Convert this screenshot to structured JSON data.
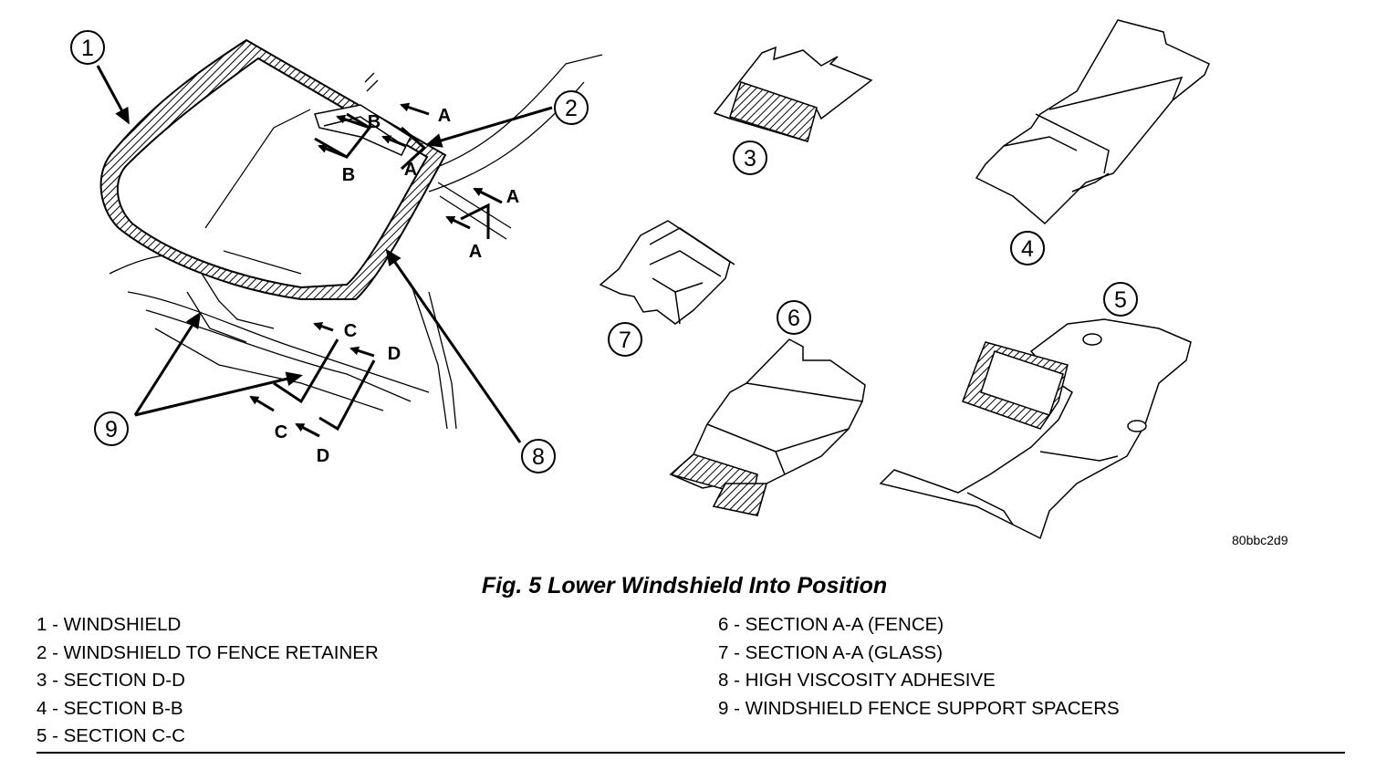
{
  "figure": {
    "title": "Fig. 5 Lower Windshield Into Position",
    "code": "80bbc2d9"
  },
  "callouts": [
    {
      "num": "1"
    },
    {
      "num": "2"
    },
    {
      "num": "3"
    },
    {
      "num": "4"
    },
    {
      "num": "5"
    },
    {
      "num": "6"
    },
    {
      "num": "7"
    },
    {
      "num": "8"
    },
    {
      "num": "9"
    }
  ],
  "section_letters": {
    "a": "A",
    "b": "B",
    "c": "C",
    "d": "D"
  },
  "legend": {
    "left": [
      "1 - WINDSHIELD",
      "2 - WINDSHIELD TO FENCE RETAINER",
      "3 - SECTION D-D",
      "4 - SECTION B-B",
      "5 - SECTION C-C"
    ],
    "right": [
      "6 - SECTION A-A (FENCE)",
      "7 - SECTION A-A (GLASS)",
      "8 - HIGH VISCOSITY ADHESIVE",
      "9 - WINDSHIELD FENCE SUPPORT SPACERS"
    ]
  }
}
